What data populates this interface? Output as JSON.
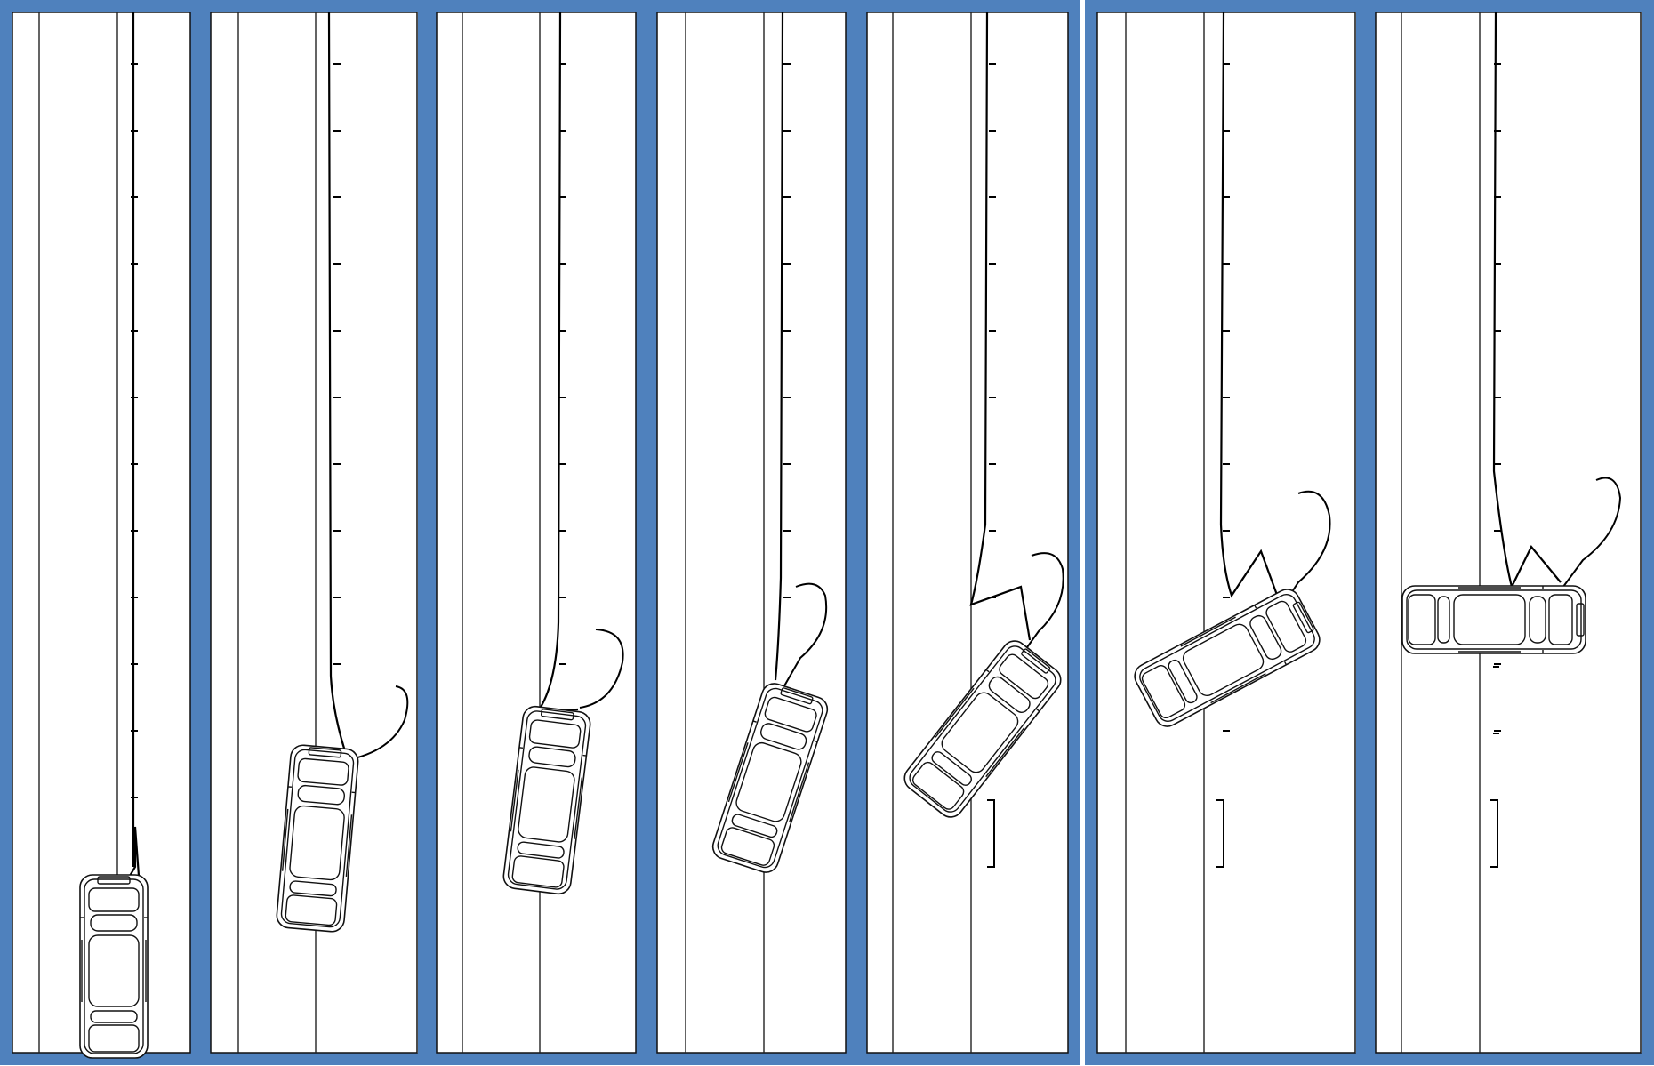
{
  "figure": {
    "frame_color": "#4f81bd",
    "line_color": "#000000",
    "panel_count": 7,
    "panels": [
      {
        "id": "panel-1",
        "stage": 1,
        "vehicle_rotation_deg": 0,
        "marker_ticks": 12,
        "bracket_visible": false
      },
      {
        "id": "panel-2",
        "stage": 2,
        "vehicle_rotation_deg": 5,
        "marker_ticks": 10,
        "bracket_visible": false
      },
      {
        "id": "panel-3",
        "stage": 3,
        "vehicle_rotation_deg": 7,
        "marker_ticks": 10,
        "bracket_visible": false
      },
      {
        "id": "panel-4",
        "stage": 4,
        "vehicle_rotation_deg": 18,
        "marker_ticks": 9,
        "bracket_visible": false
      },
      {
        "id": "panel-5",
        "stage": 5,
        "vehicle_rotation_deg": 38,
        "marker_ticks": 9,
        "bracket_visible": true
      },
      {
        "id": "panel-6",
        "stage": 6,
        "vehicle_rotation_deg": 62,
        "marker_ticks": 11,
        "bracket_visible": true
      },
      {
        "id": "panel-7",
        "stage": 7,
        "vehicle_rotation_deg": 90,
        "marker_ticks": 11,
        "bracket_visible": true
      }
    ],
    "icons": [
      "vehicle-icon",
      "anchor-hook-icon",
      "stop-bracket-icon"
    ]
  }
}
